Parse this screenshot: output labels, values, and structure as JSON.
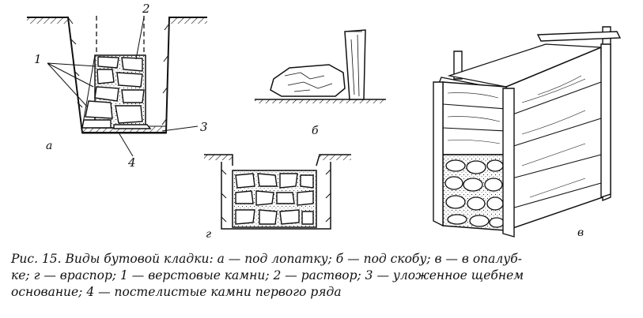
{
  "figure": {
    "labels": {
      "a": "а",
      "b": "б",
      "v": "в",
      "g": "г",
      "n1": "1",
      "n2": "2",
      "n3": "3",
      "n4": "4"
    },
    "caption": {
      "line1": "Рис. 15. Виды бутовой кладки: а — под лопатку; б — под скобу; в — в опалуб-",
      "line2": "ке; г — враспор; 1 — верстовые камни; 2 — раствор; 3 — уложенное щебнем",
      "line3": "основание; 4 — постелистые камни первого ряда"
    }
  }
}
